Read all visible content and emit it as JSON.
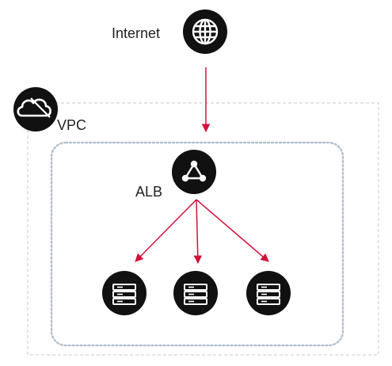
{
  "labels": {
    "internet": "Internet",
    "vpc": "VPC",
    "alb": "ALB"
  },
  "icons": {
    "internet": "globe-icon",
    "vpc": "cloud-icon",
    "alb": "load-balancer-icon",
    "servers": [
      "server-icon",
      "server-icon",
      "server-icon"
    ]
  },
  "colors": {
    "arrow": "#d3123a",
    "icon_fill": "#111111",
    "vpc_border": "#c8c8c8",
    "subnet_border": "#b6c2cf"
  }
}
